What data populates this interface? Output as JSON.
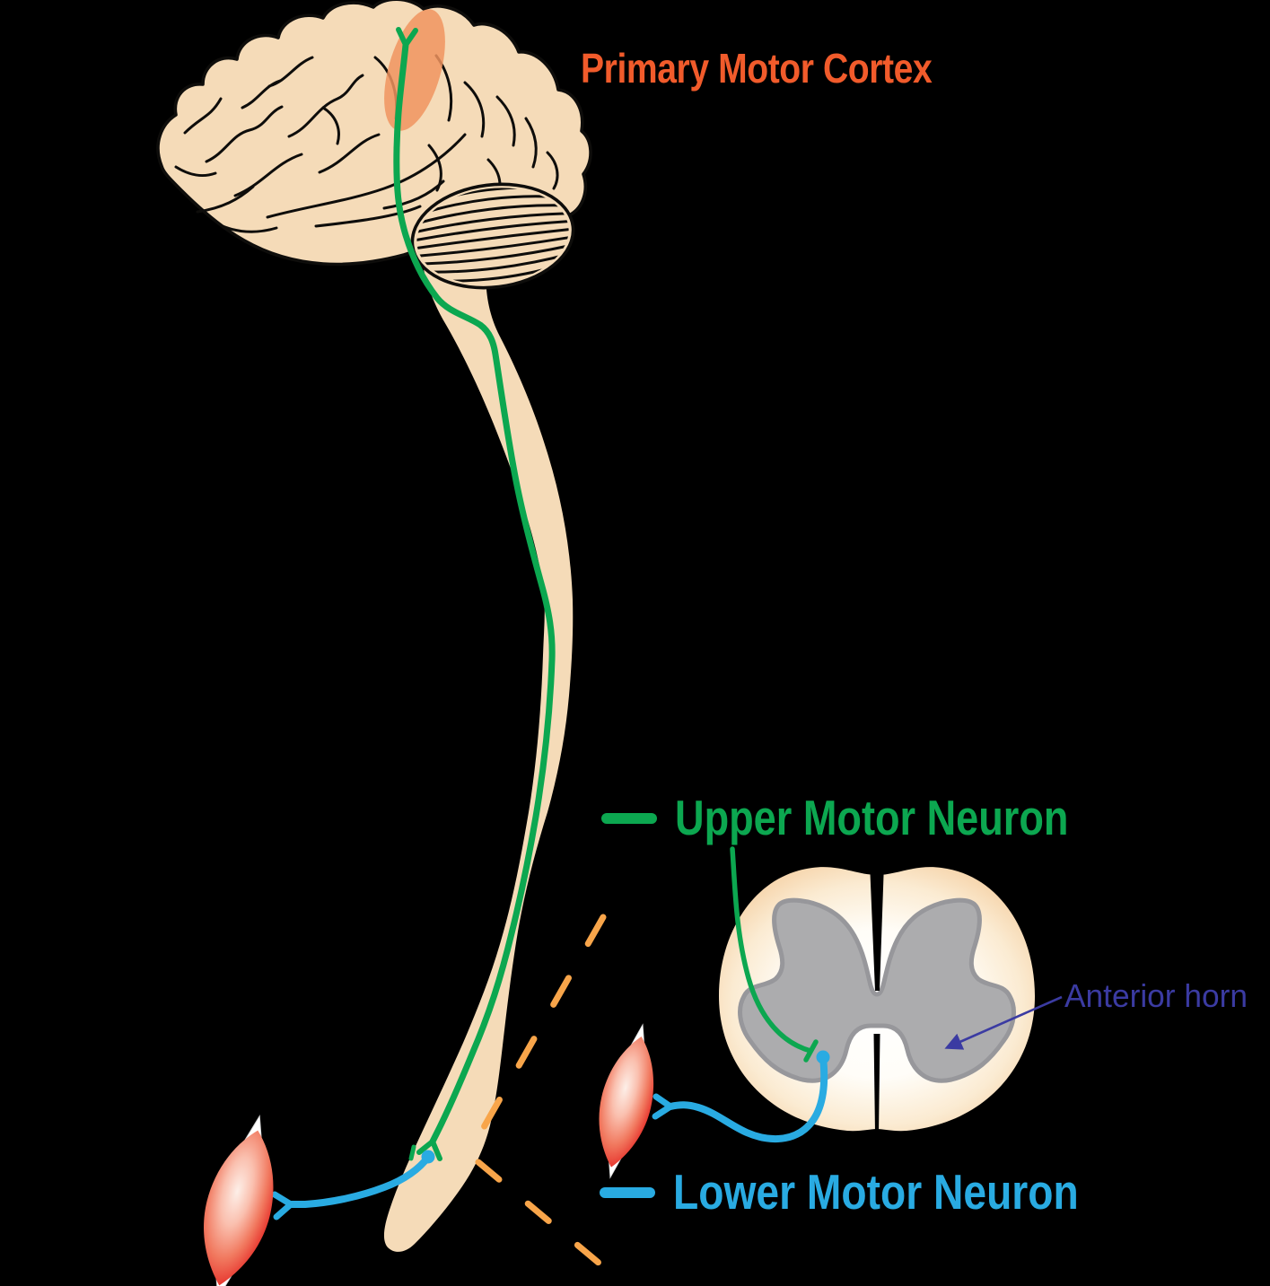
{
  "title": "Motor neuron pathway diagram",
  "labels": {
    "primary_motor_cortex": "Primary Motor Cortex",
    "upper_motor_neuron": "Upper Motor Neuron",
    "lower_motor_neuron": "Lower Motor Neuron",
    "anterior_horn": "Anterior horn"
  },
  "colors": {
    "background": "#000000",
    "brain_fill": "#F5DBB8",
    "brain_outline": "#0E0D0B",
    "cortex_highlight": "#F0945F",
    "upper_motor_neuron": "#0CA750",
    "lower_motor_neuron": "#29ABE2",
    "primary_motor_cortex_label": "#F15B2B",
    "anterior_horn_label": "#3B3BA2",
    "section_dash": "#F8A54A",
    "gray_matter": "#ACACAE",
    "gray_matter_edge": "#97979B",
    "section_edge": "#F3CDA0",
    "muscle_red": "#E62E29",
    "muscle_mid": "#F1795F",
    "muscle_highlight": "#FDEFE8",
    "tendon_white": "#FFFFFF"
  }
}
